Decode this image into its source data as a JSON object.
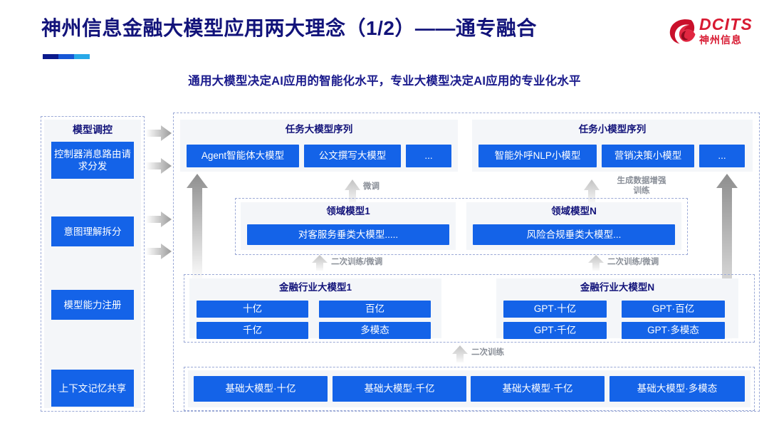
{
  "header": {
    "title": "神州信息金融大模型应用两大理念（1/2）——通专融合",
    "subtitle": "通用大模型决定AI应用的智能化水平，专业大模型决定AI应用的专业化水平",
    "logo_en": "DCITS",
    "logo_cn": "神州信息",
    "brand_red": "#d81a32",
    "title_color": "#12137a",
    "accent_blue": "#1463e8"
  },
  "sidebar": {
    "title": "模型调控",
    "items": [
      {
        "label": "控制器消息路由请求分发"
      },
      {
        "label": "意图理解拆分"
      },
      {
        "label": "模型能力注册"
      },
      {
        "label": "上下文记忆共享"
      }
    ]
  },
  "task_large": {
    "title": "任务大模型序列",
    "items": [
      "Agent智能体大模型",
      "公文撰写大模型",
      "..."
    ]
  },
  "task_small": {
    "title": "任务小模型序列",
    "items": [
      "智能外呼NLP小模型",
      "营销决策小模型",
      "..."
    ]
  },
  "domain_models": [
    {
      "title": "领域模型1",
      "item": "对客服务垂类大模型....."
    },
    {
      "title": "领域模型N",
      "item": "风险合规垂类大模型..."
    }
  ],
  "industry_models": [
    {
      "title": "金融行业大模型1",
      "items": [
        "十亿",
        "百亿",
        "千亿",
        "多模态"
      ]
    },
    {
      "title": "金融行业大模型N",
      "items": [
        "GPT·十亿",
        "GPT·百亿",
        "GPT·千亿",
        "GPT·多模态"
      ]
    }
  ],
  "base_models": {
    "items": [
      "基础大模型·十亿",
      "基础大模型·千亿",
      "基础大模型·千亿",
      "基础大模型·多模态"
    ]
  },
  "annotations": {
    "finetune": "微调",
    "data_aug_line1": "生成数据增强",
    "data_aug_line2": "训练",
    "retrain_finetune_left": "二次训练/微调",
    "retrain_finetune_right": "二次训练/微调",
    "retrain": "二次训练"
  }
}
